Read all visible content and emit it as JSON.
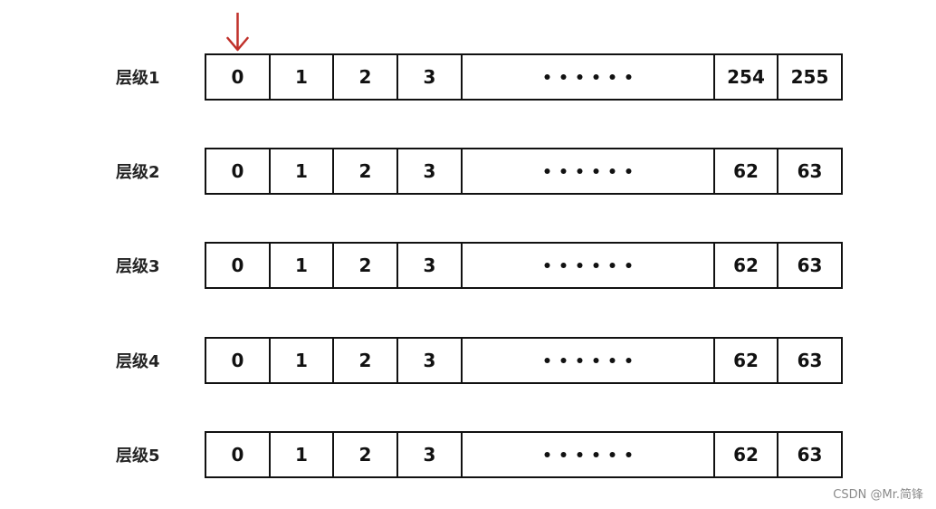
{
  "pointer": {
    "color": "#c0302a"
  },
  "levels": [
    {
      "label": "层级1",
      "slots": [
        "0",
        "1",
        "2",
        "3",
        "",
        "254",
        "255"
      ]
    },
    {
      "label": "层级2",
      "slots": [
        "0",
        "1",
        "2",
        "3",
        "",
        "62",
        "63"
      ]
    },
    {
      "label": "层级3",
      "slots": [
        "0",
        "1",
        "2",
        "3",
        "",
        "62",
        "63"
      ]
    },
    {
      "label": "层级4",
      "slots": [
        "0",
        "1",
        "2",
        "3",
        "",
        "62",
        "63"
      ]
    },
    {
      "label": "层级5",
      "slots": [
        "0",
        "1",
        "2",
        "3",
        "",
        "62",
        "63"
      ]
    }
  ],
  "ellipsis_dots": 6,
  "watermark": "CSDN @Mr.简锋"
}
